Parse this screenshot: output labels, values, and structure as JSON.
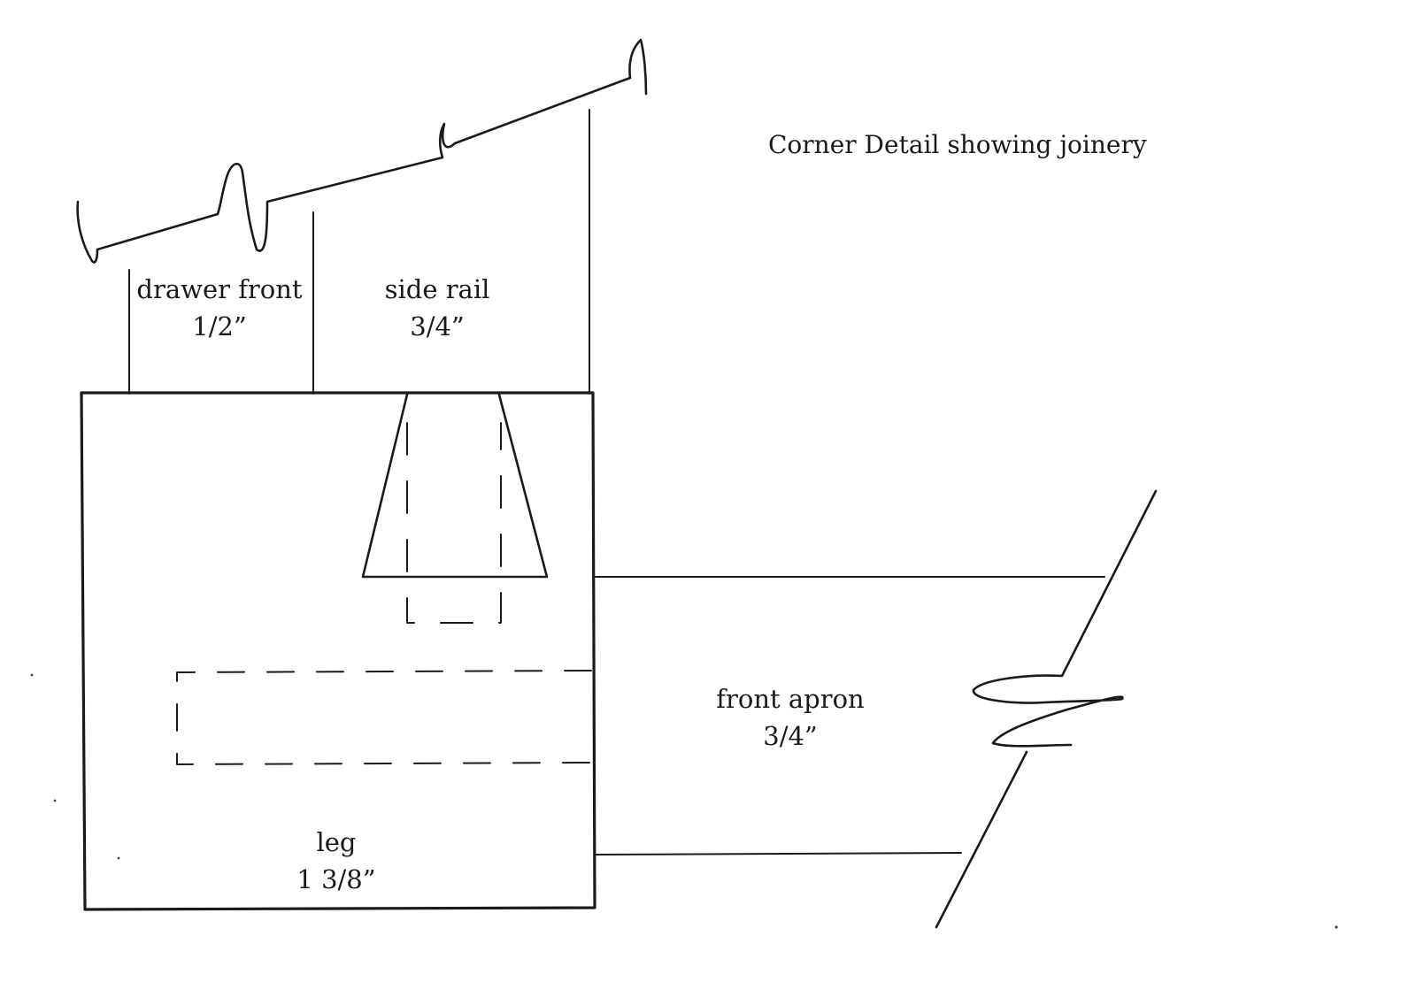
{
  "title": "Corner Detail showing joinery",
  "parts": {
    "drawer_front": {
      "name": "drawer front",
      "thickness": "1/2”"
    },
    "side_rail": {
      "name": "side rail",
      "thickness": "3/4”"
    },
    "front_apron": {
      "name": "front apron",
      "thickness": "3/4”"
    },
    "leg": {
      "name": "leg",
      "thickness": "1 3/8”"
    }
  }
}
